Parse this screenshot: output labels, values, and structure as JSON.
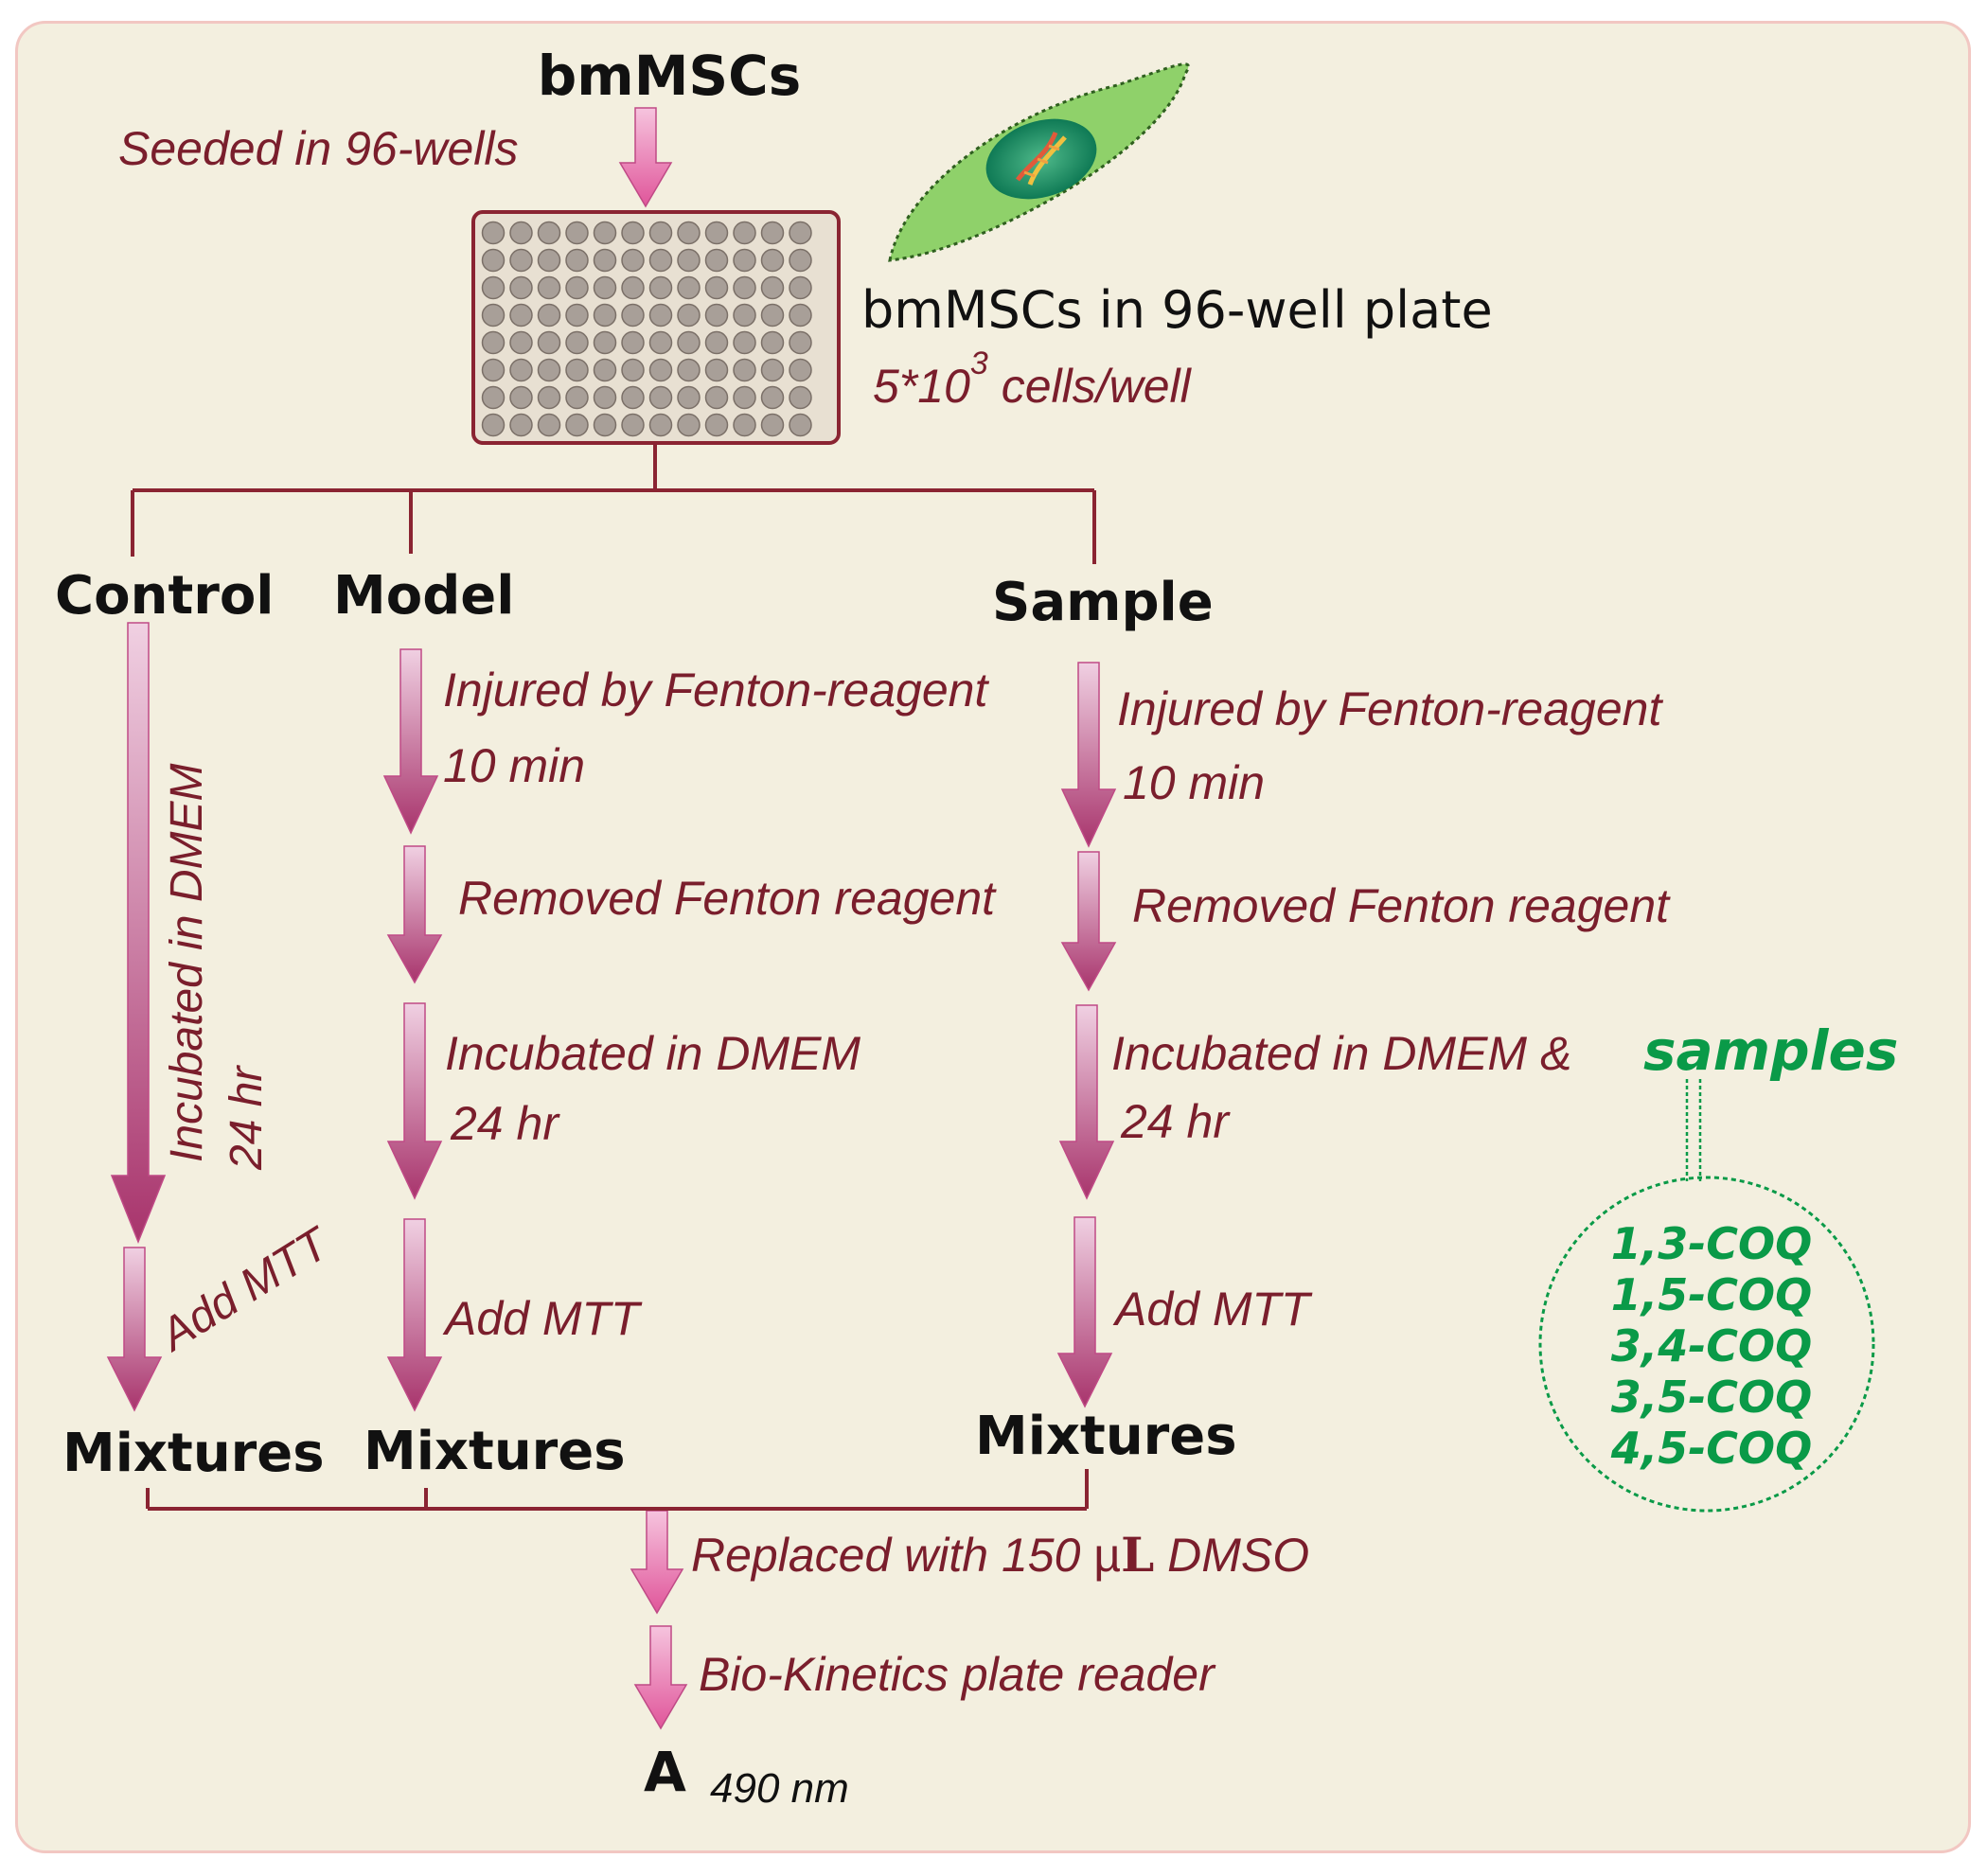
{
  "title": "bmMSCs",
  "seed_step": "Seeded in 96-wells",
  "plate": {
    "caption": "bmMSCs in 96-well plate",
    "density_prefix": "5*10",
    "density_exp": "3",
    "density_suffix": " cells/well"
  },
  "groups": {
    "control": {
      "name": "Control",
      "step1_line1": "Incubated in DMEM",
      "step1_line2": "24 hr",
      "step2": "Add MTT",
      "result": "Mixtures"
    },
    "model": {
      "name": "Model",
      "step1_line1": "Injured by Fenton-reagent",
      "step1_line2": "10 min",
      "step2": "Removed Fenton reagent",
      "step3_line1": "Incubated  in DMEM",
      "step3_line2": "24 hr",
      "step4": "Add  MTT",
      "result": "Mixtures"
    },
    "sample": {
      "name": "Sample",
      "step1_line1": "Injured by Fenton-reagent",
      "step1_line2": "10 min",
      "step2": "Removed Fenton reagent",
      "step3_line1": "Incubated  in DMEM &",
      "step3_highlight": "samples",
      "step3_line2": "24 hr",
      "step4": "Add  MTT",
      "result": "Mixtures"
    }
  },
  "samples_list": [
    "1,3-COQ",
    "1,5-COQ",
    "3,4-COQ",
    "3,5-COQ",
    "4,5-COQ"
  ],
  "final_steps": {
    "dmso_prefix": "Replaced with 150 ",
    "dmso_unit_mu": "µ",
    "dmso_unit_l": "L",
    "dmso_suffix": " DMSO",
    "reader": "Bio-Kinetics plate reader",
    "absorbance_symbol": "A",
    "absorbance_wavelength": "490 nm"
  },
  "colors": {
    "background": "#f3efdf",
    "frame_border": "#f2c7c2",
    "step_text": "#7a1e2c",
    "connector": "#8a2432",
    "samples_green": "#0a9a48",
    "arrow_pink": "#e0559a",
    "arrow_magenta": "#a8346c",
    "plate_fill": "#e8e0d2",
    "well_fill": "#a89f98",
    "cell_green": "#8fd16a"
  },
  "icons": [
    "plate-icon",
    "stem-cell-icon",
    "dna-icon",
    "arrow-icon"
  ]
}
